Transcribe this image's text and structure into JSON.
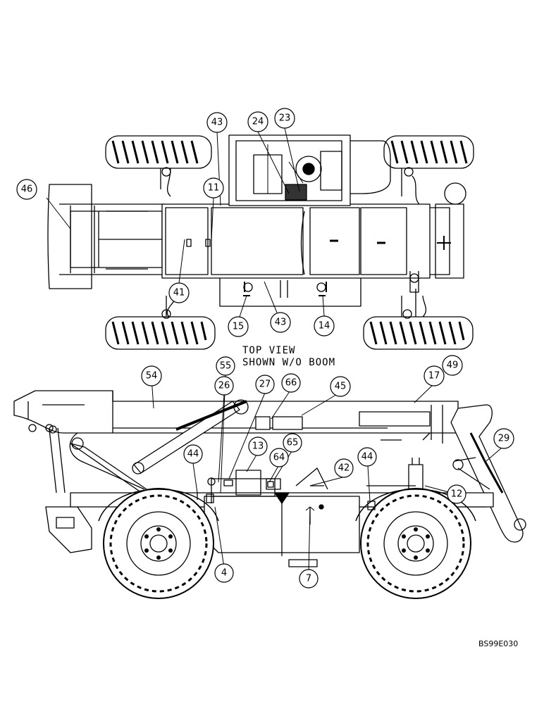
{
  "view_label": [
    "TOP VIEW",
    "SHOWN W/O BOOM"
  ],
  "drawing_number": "BS99E030",
  "callouts": [
    "43",
    "24",
    "23",
    "46",
    "11",
    "41",
    "15",
    "43",
    "14",
    "55",
    "54",
    "26",
    "27",
    "66",
    "45",
    "17",
    "49",
    "29",
    "13",
    "65",
    "64",
    "42",
    "44",
    "44",
    "12",
    "4",
    "7"
  ],
  "colors": {
    "ink": "#000000",
    "paper": "#ffffff",
    "tread": "#222222"
  }
}
